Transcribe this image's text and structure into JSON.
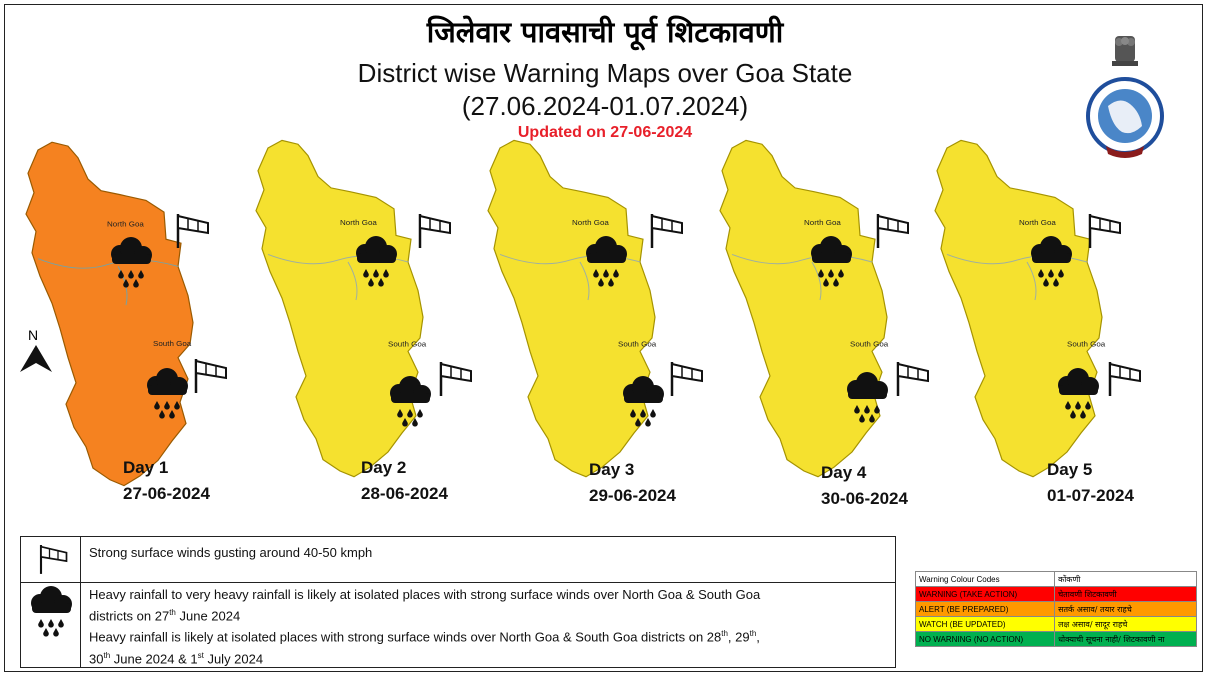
{
  "title": {
    "marathi": "जिलेवार पावसाची पूर्व शिटकावणी",
    "english": "District wise Warning Maps  over Goa State",
    "date_range": "(27.06.2024-01.07.2024)",
    "updated": "Updated on 27-06-2024"
  },
  "colors": {
    "day1_fill": "#f58220",
    "other_fill": "#f5e12f",
    "updated_text": "#e8202a"
  },
  "maps": [
    {
      "day": "Day 1",
      "date": "27-06-2024",
      "fill": "orange",
      "north_label": "North Goa",
      "south_label": "South Goa",
      "icons": [
        "rain-cloud-icon",
        "windsock-icon"
      ]
    },
    {
      "day": "Day 2",
      "date": "28-06-2024",
      "fill": "yellow",
      "north_label": "North Goa",
      "south_label": "South Goa",
      "icons": [
        "rain-cloud-icon",
        "windsock-icon"
      ]
    },
    {
      "day": "Day 3",
      "date": "29-06-2024",
      "fill": "yellow",
      "north_label": "North Goa",
      "south_label": "South Goa",
      "icons": [
        "rain-cloud-icon",
        "windsock-icon"
      ]
    },
    {
      "day": "Day 4",
      "date": "30-06-2024",
      "fill": "yellow",
      "north_label": "North Goa",
      "south_label": "South Goa",
      "icons": [
        "rain-cloud-icon",
        "windsock-icon"
      ]
    },
    {
      "day": "Day 5",
      "date": "01-07-2024",
      "fill": "yellow",
      "north_label": "North Goa",
      "south_label": "South Goa",
      "icons": [
        "rain-cloud-icon",
        "windsock-icon"
      ]
    }
  ],
  "north_arrow": "N",
  "legend": {
    "wind_text": "Strong surface winds gusting around 40-50 kmph",
    "rain_line1": "Heavy rainfall to very heavy rainfall is likely at isolated places with strong surface winds over North Goa & South Goa",
    "rain_line2_pre": "districts on 27",
    "rain_line2_sup": "th",
    "rain_line2_post": " June 2024",
    "rain_line3_pre": "Heavy rainfall is likely at isolated places with strong surface winds over North Goa & South Goa districts on 28",
    "rain_line3_sup1": "th",
    "rain_line3_mid": ", 29",
    "rain_line3_sup2": "th",
    "rain_line3_post": ",",
    "rain_line4_pre": "30",
    "rain_line4_sup1": "th",
    "rain_line4_mid": " June 2024 & 1",
    "rain_line4_sup2": "st",
    "rain_line4_post": " July 2024"
  },
  "colour_codes": {
    "header_en": "Warning Colour Codes",
    "header_mr": "कोंकणी",
    "rows": [
      {
        "en": "WARNING (TAKE ACTION)",
        "mr": "चेतावणी शिटकावणी",
        "color": "#ff0000"
      },
      {
        "en": "ALERT (BE PREPARED)",
        "mr": "सतर्क असाव/ तयार राहचे",
        "color": "#ff9900"
      },
      {
        "en": "WATCH (BE UPDATED)",
        "mr": "लक्ष असाव/ सादूर राहचे",
        "color": "#ffff00"
      },
      {
        "en": "NO WARNING (NO ACTION)",
        "mr": "धोक्याची सूचना नाही/ शिटकावणी ना",
        "color": "#00b050"
      }
    ]
  }
}
